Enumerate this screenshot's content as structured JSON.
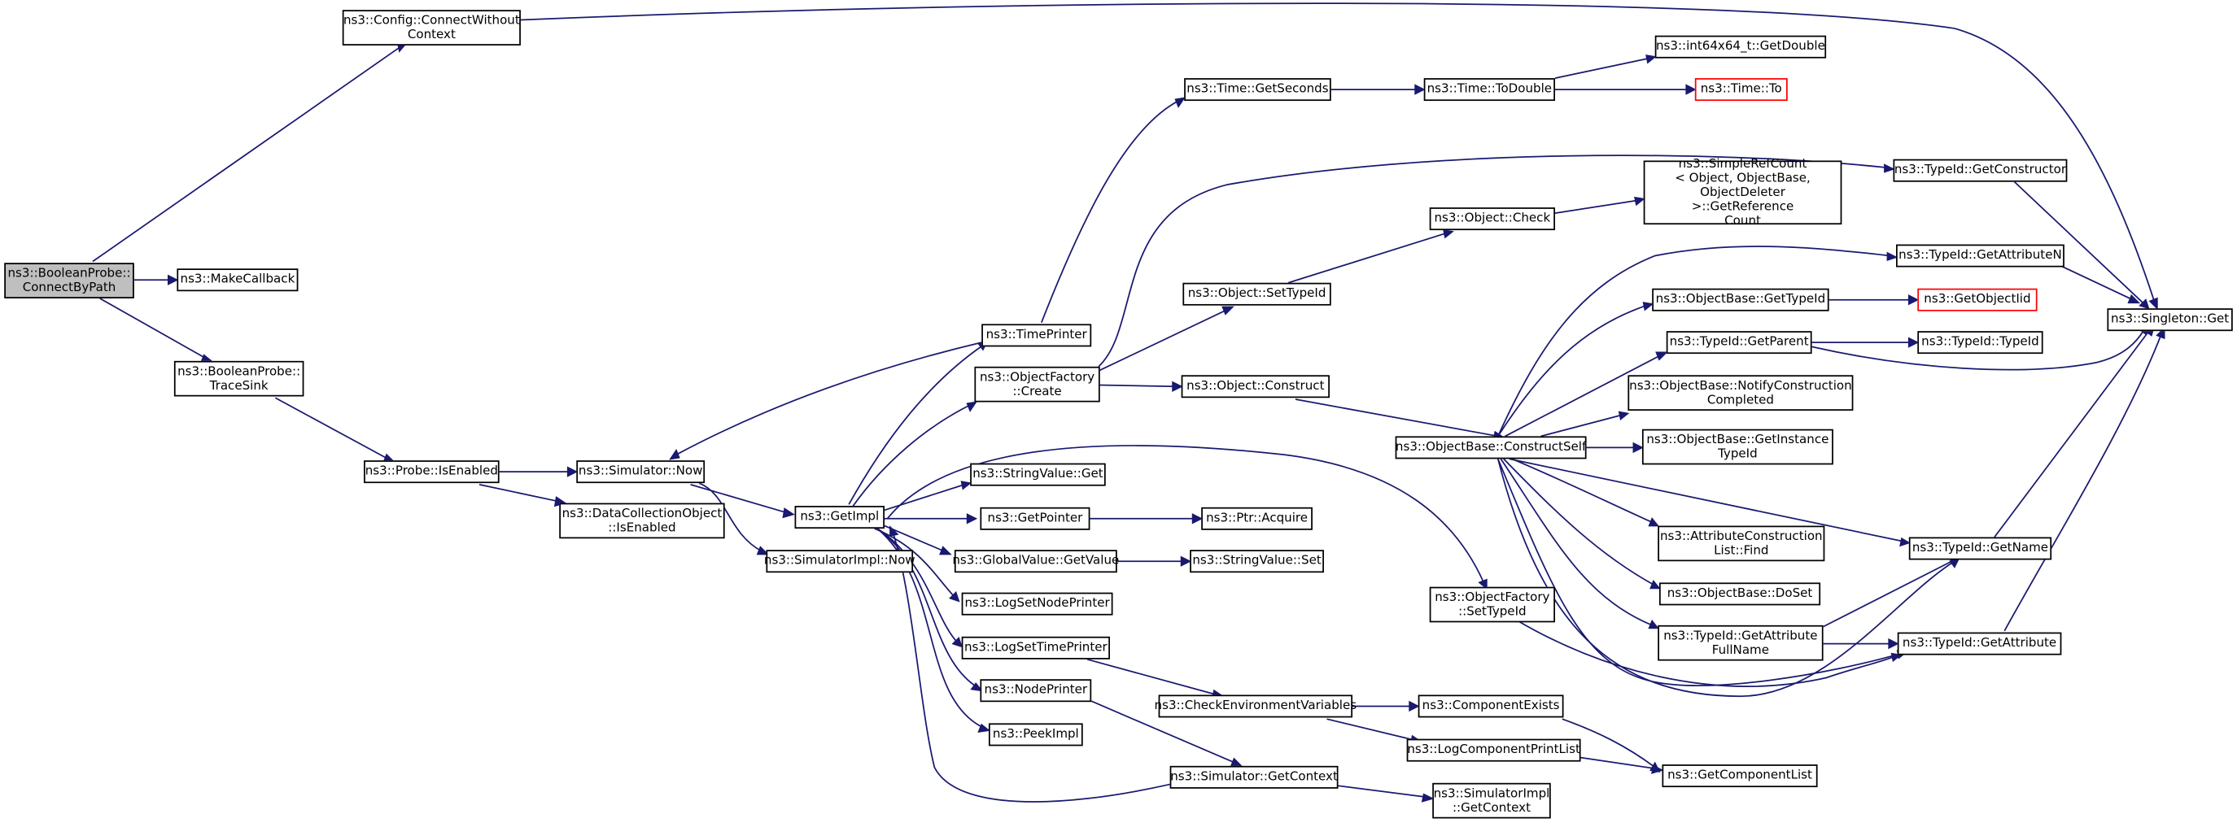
{
  "graph": {
    "edge_color": "#191970",
    "current_fill": "#bfbfbf",
    "missing_border": "#ff0000",
    "nodes": {
      "connect_by_path": "ns3::BooleanProbe::\nConnectByPath",
      "config_connect_without_context": "ns3::Config::ConnectWithout\nContext",
      "make_callback": "ns3::MakeCallback",
      "trace_sink": "ns3::BooleanProbe::\nTraceSink",
      "probe_is_enabled": "ns3::Probe::IsEnabled",
      "simulator_now": "ns3::Simulator::Now",
      "data_collection_object_is_enabled": "ns3::DataCollectionObject\n::IsEnabled",
      "simulator_impl_now": "ns3::SimulatorImpl::Now",
      "get_impl": "ns3::GetImpl",
      "time_printer": "ns3::TimePrinter",
      "object_factory_create": "ns3::ObjectFactory\n::Create",
      "string_value_get": "ns3::StringValue::Get",
      "get_pointer": "ns3::GetPointer",
      "global_value_get_value": "ns3::GlobalValue::GetValue",
      "log_set_node_printer": "ns3::LogSetNodePrinter",
      "log_set_time_printer": "ns3::LogSetTimePrinter",
      "node_printer": "ns3::NodePrinter",
      "peek_impl": "ns3::PeekImpl",
      "time_get_seconds": "ns3::Time::GetSeconds",
      "time_to_double": "ns3::Time::ToDouble",
      "int64x64_get_double": "ns3::int64x64_t::GetDouble",
      "time_to": "ns3::Time::To",
      "object_set_type_id": "ns3::Object::SetTypeId",
      "object_construct": "ns3::Object::Construct",
      "object_check": "ns3::Object::Check",
      "simple_ref_count_get_reference_count": "ns3::SimpleRefCount\n< Object, ObjectBase,\n ObjectDeleter >::GetReference\nCount",
      "ptr_acquire": "ns3::Ptr::Acquire",
      "string_value_set": "ns3::StringValue::Set",
      "object_factory_set_type_id": "ns3::ObjectFactory\n::SetTypeId",
      "check_environment_variables": "ns3::CheckEnvironmentVariables",
      "simulator_get_context": "ns3::Simulator::GetContext",
      "simulator_impl_get_context": "ns3::SimulatorImpl\n::GetContext",
      "component_exists": "ns3::ComponentExists",
      "log_component_print_list": "ns3::LogComponentPrintList",
      "object_base_construct_self": "ns3::ObjectBase::ConstructSelf",
      "object_base_get_type_id": "ns3::ObjectBase::GetTypeId",
      "type_id_get_parent": "ns3::TypeId::GetParent",
      "object_base_notify_construction_completed": "ns3::ObjectBase::NotifyConstruction\nCompleted",
      "object_base_get_instance_type_id": "ns3::ObjectBase::GetInstance\nTypeId",
      "attribute_construction_list_find": "ns3::AttributeConstruction\nList::Find",
      "object_base_do_set": "ns3::ObjectBase::DoSet",
      "type_id_get_attribute_full_name": "ns3::TypeId::GetAttribute\nFullName",
      "get_component_list": "ns3::GetComponentList",
      "type_id_get_constructor": "ns3::TypeId::GetConstructor",
      "type_id_get_attribute_n": "ns3::TypeId::GetAttributeN",
      "get_object_iid": "ns3::GetObjectIid",
      "type_id_type_id": "ns3::TypeId::TypeId",
      "type_id_get_name": "ns3::TypeId::GetName",
      "type_id_get_attribute": "ns3::TypeId::GetAttribute",
      "singleton_get": "ns3::Singleton::Get"
    }
  }
}
